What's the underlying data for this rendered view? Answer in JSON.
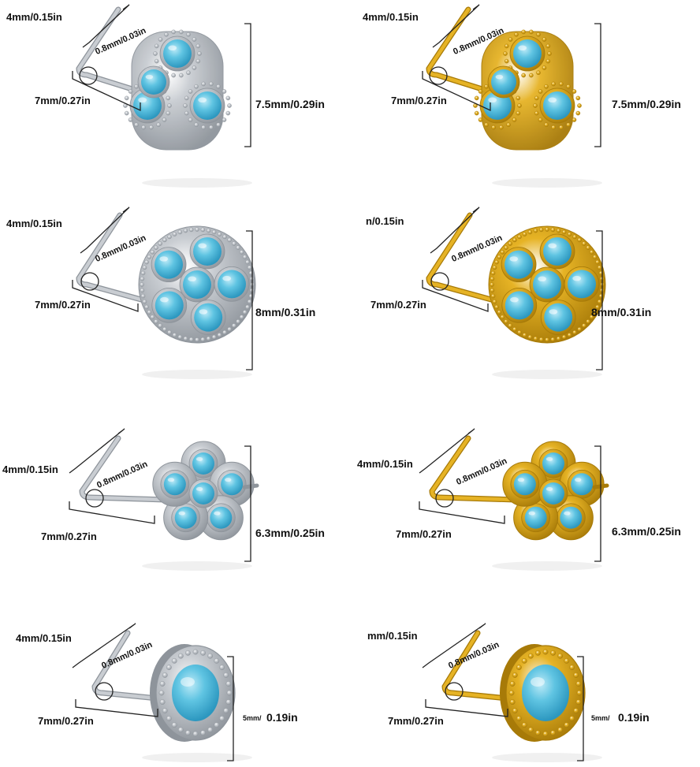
{
  "colors": {
    "silver": "#c9cdd2",
    "silver_dark": "#8e949b",
    "gold": "#e6b325",
    "gold_dark": "#a77a08",
    "turquoise": "#5fc4e2",
    "turquoise_dark": "#2c97bf",
    "dimension_line": "#222222"
  },
  "rows": [
    {
      "design": "three-petal-cluster",
      "items": [
        {
          "finish": "silver",
          "pin_top": "4mm/0.15in",
          "wire": "0.8mm/0.03in",
          "pin_length": "7mm/0.27in",
          "height": "7.5mm/0.29in"
        },
        {
          "finish": "gold",
          "pin_top": "4mm/0.15in",
          "wire": "0.8mm/0.03in",
          "pin_length": "7mm/0.27in",
          "height": "7.5mm/0.29in"
        }
      ]
    },
    {
      "design": "five-stone-flower",
      "items": [
        {
          "finish": "silver",
          "pin_top": "4mm/0.15in",
          "wire": "0.8mm/0.03in",
          "pin_length": "7mm/0.27in",
          "height": "8mm/0.31in"
        },
        {
          "finish": "gold",
          "pin_top": "n/0.15in",
          "wire": "0.8mm/0.03in",
          "pin_length": "7mm/0.27in",
          "height": "8mm/0.31in"
        }
      ]
    },
    {
      "design": "petal-flower",
      "items": [
        {
          "finish": "silver",
          "pin_top": "4mm/0.15in",
          "wire": "0.8mm/0.03in",
          "pin_length": "7mm/0.27in",
          "height": "6.3mm/0.25in"
        },
        {
          "finish": "gold",
          "pin_top": "4mm/0.15in",
          "wire": "0.8mm/0.03in",
          "pin_length": "7mm/0.27in",
          "height": "6.3mm/0.25in"
        }
      ]
    },
    {
      "design": "round-stud",
      "items": [
        {
          "finish": "silver",
          "pin_top": "4mm/0.15in",
          "wire": "0.8mm/0.03in",
          "pin_length": "7mm/0.27in",
          "height_prefix": "5mm/",
          "height_suffix": "0.19in"
        },
        {
          "finish": "gold",
          "pin_top": "mm/0.15in",
          "wire": "0.8mm/0.03in",
          "pin_length": "7mm/0.27in",
          "height_prefix": "5mm/",
          "height_suffix": "0.19in"
        }
      ]
    }
  ]
}
